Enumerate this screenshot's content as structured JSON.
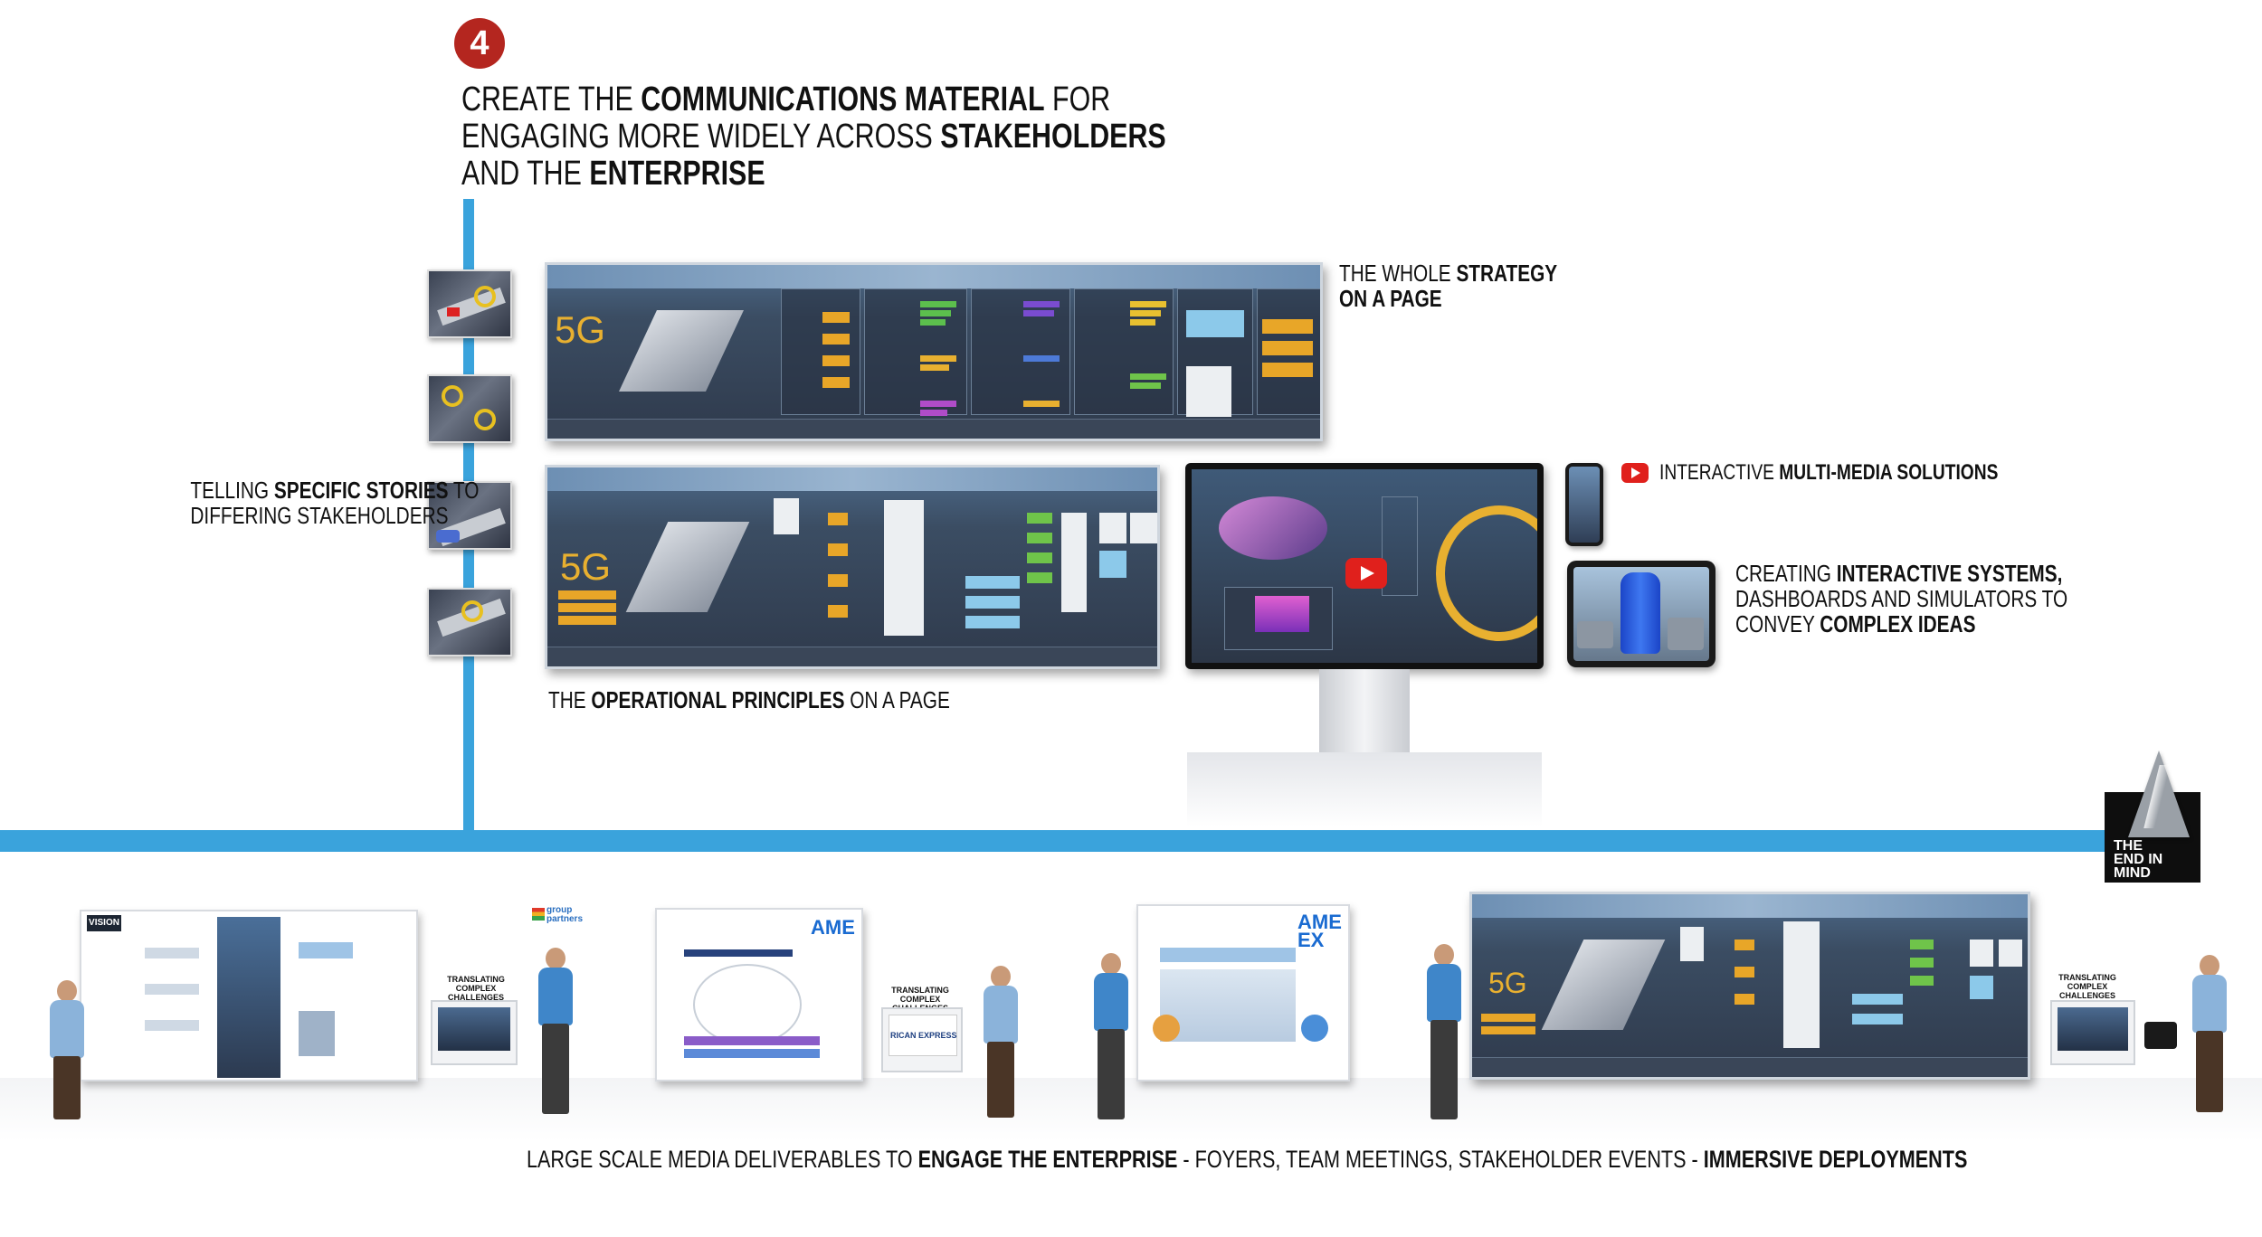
{
  "step": {
    "number": "4"
  },
  "headline": {
    "line1": {
      "a": "CREATE THE ",
      "b": "COMMUNICATIONS MATERIAL",
      "c": " FOR"
    },
    "line2": {
      "a": "ENGAGING MORE WIDELY ACROSS ",
      "b": "STAKEHOLDERS"
    },
    "line3": {
      "a": "AND THE ",
      "b": "ENTERPRISE"
    }
  },
  "strategy_caption": {
    "line1a": "THE WHOLE ",
    "line1b": "STRATEGY",
    "line2": "ON A PAGE"
  },
  "operational_caption": {
    "a": "THE ",
    "b": "OPERATIONAL PRINCIPLES",
    "c": " ON A PAGE"
  },
  "stories_caption": {
    "line1a": "TELLING ",
    "line1b": "SPECIFIC STORIES",
    "line1c": " TO",
    "line2": "DIFFERING STAKEHOLDERS"
  },
  "multimedia_caption": {
    "a": "INTERACTIVE ",
    "b": "MULTI-MEDIA SOLUTIONS"
  },
  "systems_caption": {
    "line1a": "CREATING ",
    "line1b": "INTERACTIVE SYSTEMS,",
    "line2": "DASHBOARDS AND SIMULATORS TO",
    "line3a": "CONVEY ",
    "line3b": "COMPLEX IDEAS"
  },
  "logo": {
    "line1": "THE",
    "line2": "END IN",
    "line3": "MIND"
  },
  "poster_text": {
    "label_5g": "5G"
  },
  "bottom": {
    "vision_label": "VISION",
    "group_partners": "group partners",
    "kiosk_title": "TRANSLATING COMPLEX CHALLENGES SIMPLY",
    "amex_a": "AME",
    "amex_b": "EX",
    "amex_band": "RICAN EXPRESS"
  },
  "footer": {
    "a": "LARGE SCALE MEDIA DELIVERABLES TO ",
    "b": "ENGAGE THE ENTERPRISE",
    "c": " - FOYERS, TEAM MEETINGS, STAKEHOLDER EVENTS - ",
    "d": "IMMERSIVE DEPLOYMENTS"
  },
  "colors": {
    "accent_blue": "#3aa3dc",
    "badge_red": "#b4261f",
    "youtube_red": "#e0201c"
  },
  "icons": [
    "step-number-badge",
    "youtube-play-icon",
    "cone-icon"
  ]
}
